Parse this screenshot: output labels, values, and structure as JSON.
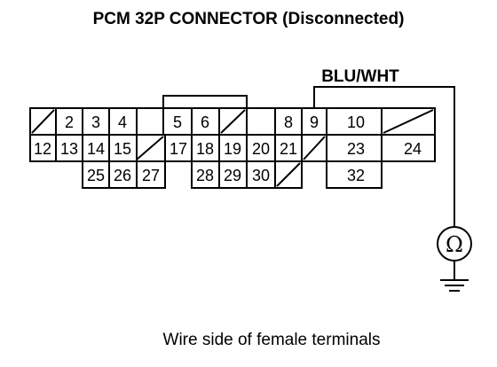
{
  "title": "PCM 32P CONNECTOR (Disconnected)",
  "wire_label": "BLU/WHT",
  "caption": "Wire side of female terminals",
  "connector": {
    "row1": [
      "2",
      "3",
      "4",
      "5",
      "6",
      "8",
      "9",
      "10"
    ],
    "row2": [
      "12",
      "13",
      "14",
      "15",
      "17",
      "18",
      "19",
      "20",
      "21",
      "23",
      "24"
    ],
    "row3": [
      "25",
      "26",
      "27",
      "28",
      "29",
      "30",
      "32"
    ]
  },
  "meter": {
    "symbol": "Ω",
    "icon": "ohmmeter-icon"
  },
  "ground": {
    "icon": "ground-icon"
  }
}
